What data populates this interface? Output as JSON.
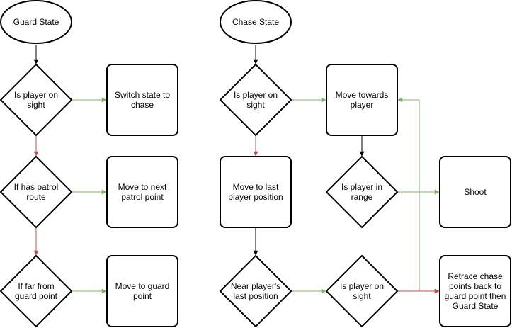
{
  "diagram": {
    "colors": {
      "default_edge": "#000000",
      "yes_edge": "#82b366",
      "no_edge": "#b85450"
    },
    "guard": {
      "start": "Guard State",
      "q_sight": "Is player on sight",
      "switch": "Switch state to chase",
      "q_patrol": "If has patrol route",
      "next_patrol": "Move to next patrol point",
      "q_far": "If far from guard point",
      "move_guard": "Move to guard point"
    },
    "chase": {
      "start": "Chase State",
      "q_sight": "Is player on sight",
      "move_towards": "Move towards player",
      "move_last": "Move to last player position",
      "q_range": "Is player in range",
      "shoot": "Shoot",
      "q_near": "Near player's last position",
      "q_sight2": "Is player on sight",
      "retrace": "Retrace chase points back to guard point then Guard State"
    }
  }
}
